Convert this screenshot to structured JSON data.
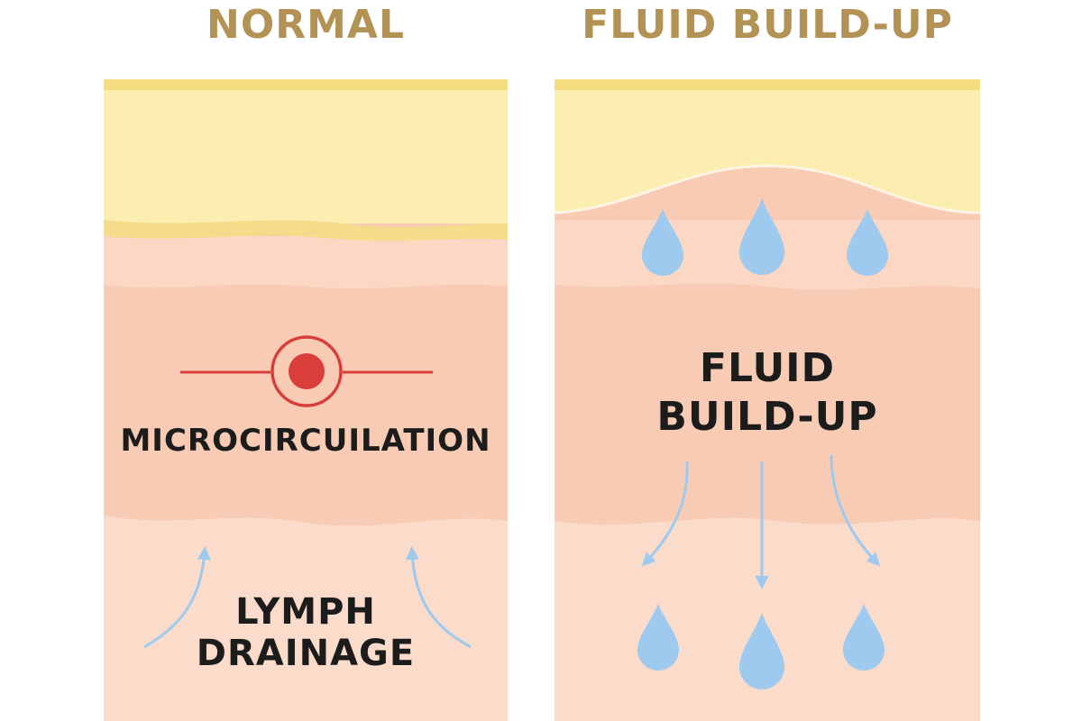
{
  "colors": {
    "title": "#b39355",
    "fat_top": "#f5dd7f",
    "fat_layer": "#fbeeb0",
    "skin_light": "#fbe0cf",
    "skin_mid": "#f8cbb5",
    "vessel_red": "#d93e3b",
    "fluid_blue": "#9dcaee",
    "text": "#1c1c1c"
  },
  "panels": {
    "normal": {
      "title": "NORMAL",
      "vessel_label": "MICROCIRCUILATION",
      "drainage_label_line1": "LYMPH",
      "drainage_label_line2": "DRAINAGE",
      "icons": [
        "blood-vessel-icon",
        "up-arrow-icon",
        "up-arrow-icon"
      ]
    },
    "fluid": {
      "title": "FLUID BUILD-UP",
      "label_line1": "FLUID",
      "label_line2": "BUILD-UP",
      "icons": [
        "droplet-icon",
        "down-arrow-icon"
      ]
    }
  }
}
